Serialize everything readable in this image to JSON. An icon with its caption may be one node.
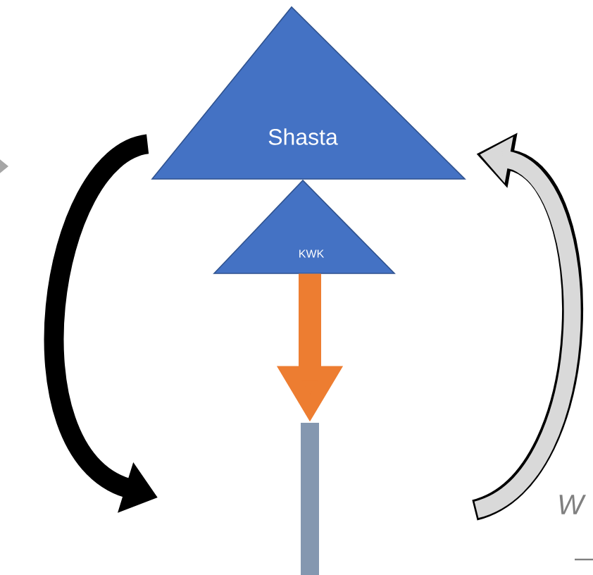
{
  "diagram": {
    "nodes": [
      {
        "text": [
          "Shasta"
        ]
      },
      {
        "text": [
          "KWK"
        ]
      },
      {
        "text": [],
        "shape": "bar"
      }
    ],
    "edges": [
      {
        "from": 1,
        "to": 2,
        "arrow": "to",
        "color": "#ed7d31"
      },
      {
        "from": 0,
        "to": null,
        "arrow": "to",
        "color": "#000000"
      },
      {
        "from": null,
        "to": 0,
        "arrow": "to",
        "color": "#000000"
      }
    ],
    "labels": [
      "W"
    ]
  }
}
